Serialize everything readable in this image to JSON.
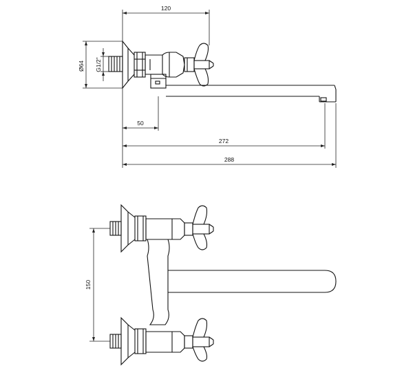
{
  "top_view": {
    "dim_overall_width_top": "120",
    "dim_flange_diameter": "Ø64",
    "dim_thread": "G1/2\"",
    "dim_inlet_offset": "50",
    "dim_spout_reach": "272",
    "dim_overall_length": "288"
  },
  "front_view": {
    "dim_center_spacing": "150"
  }
}
